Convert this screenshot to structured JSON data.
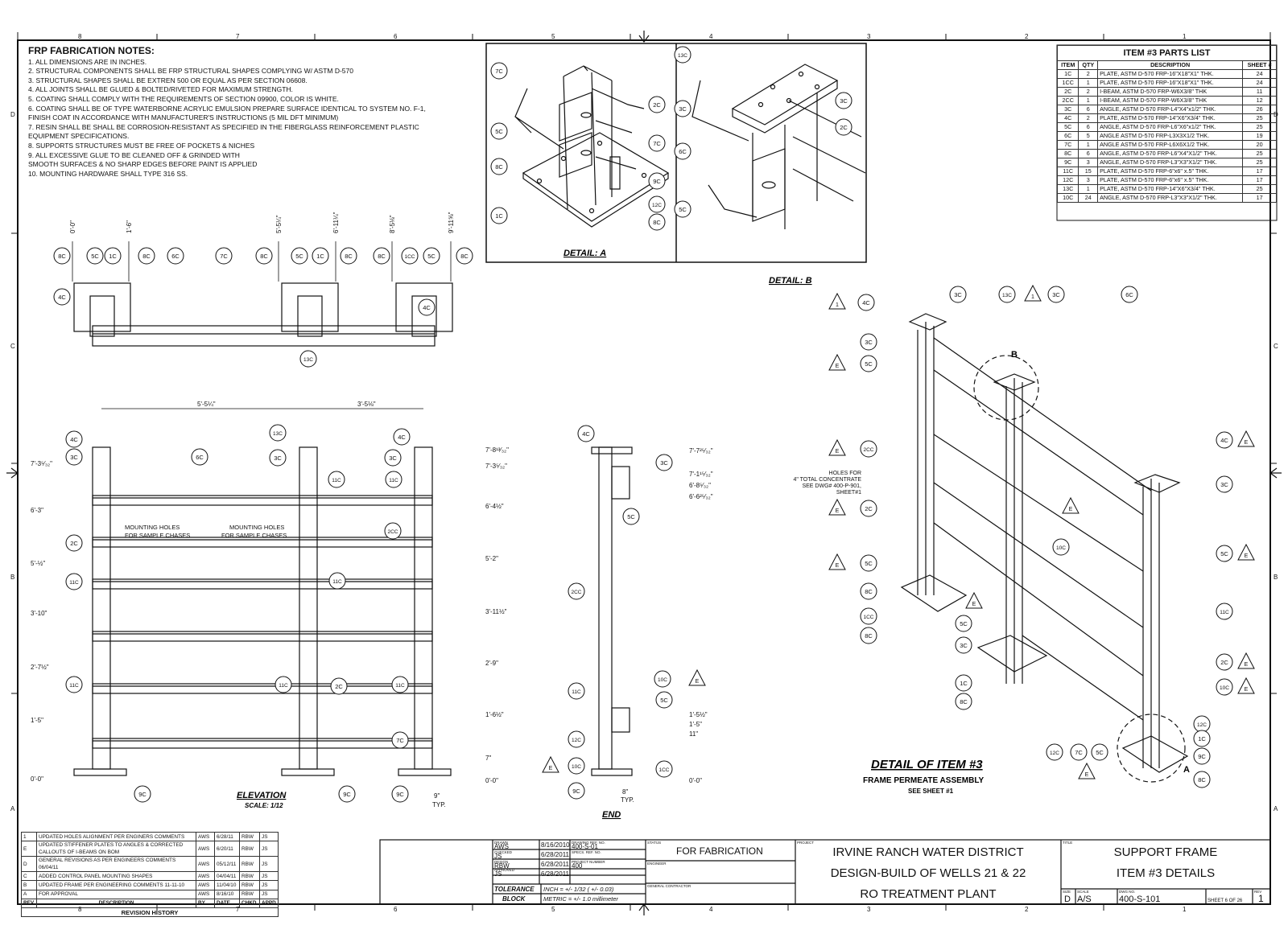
{
  "notes": {
    "title": "FRP FABRICATION NOTES:",
    "lines": [
      "1. ALL DIMENSIONS ARE IN INCHES.",
      "2. STRUCTURAL COMPONENTS SHALL BE FRP STRUCTURAL SHAPES COMPLYING W/ ASTM D-570",
      "3. STRUCTURAL SHAPES SHALL BE EXTREN 500 OR EQUAL AS PER SECTION 06608.",
      "4. ALL JOINTS SHALL BE GLUED & BOLTED/RIVETED FOR MAXIMUM STRENGTH.",
      "5. COATING SHALL COMPLY WITH THE REQUIREMENTS OF SECTION 09900, COLOR IS WHITE.",
      "6. COATING SHALL BE OF TYPE WATERBORNE ACRYLIC EMULSION PREPARE SURFACE IDENTICAL TO SYSTEM NO. F-1,",
      "FINISH COAT IN ACCORDANCE WITH MANUFACTURER'S INSTRUCTIONS (5 MIL DFT MINIMUM)",
      "7. RESIN SHALL BE SHALL BE CORROSION-RESISTANT AS SPECIFIED IN THE FIBERGLASS REINFORCEMENT PLASTIC",
      "EQUIPMENT SPECIFICATIONS.",
      "8. SUPPORTS STRUCTURES MUST BE FREE OF POCKETS & NICHES",
      "9. ALL EXCESSIVE GLUE TO BE CLEANED OFF & GRINDED WITH",
      "SMOOTH SURFACES & NO SHARP EDGES BEFORE PAINT IS APPLIED",
      "10. MOUNTING HARDWARE SHALL TYPE 316 SS."
    ]
  },
  "parts": {
    "title": "ITEM #3 PARTS LIST",
    "headers": [
      "ITEM",
      "QTY",
      "DESCRIPTION",
      "SHEET #"
    ],
    "rows": [
      [
        "1C",
        "2",
        "PLATE, ASTM D-570 FRP-16\"X18\"X1\" THK.",
        "24"
      ],
      [
        "1CC",
        "1",
        "PLATE, ASTM D-570 FRP-16\"X18\"X1\" THK.",
        "24"
      ],
      [
        "2C",
        "2",
        "I-BEAM, ASTM D-570 FRP-W6X3/8\" THK",
        "11"
      ],
      [
        "2CC",
        "1",
        "I-BEAM, ASTM D-570 FRP-W6X3/8\" THK",
        "12"
      ],
      [
        "3C",
        "6",
        "ANGLE, ASTM D-570 FRP-L4\"X4\"x1/2\" THK.",
        "26"
      ],
      [
        "4C",
        "2",
        "PLATE, ASTM D-570 FRP-14\"X6\"X3/4\" THK.",
        "25"
      ],
      [
        "5C",
        "6",
        "ANGLE, ASTM D-570 FRP-L6\"X6\"x1/2\" THK.",
        "25"
      ],
      [
        "6C",
        "5",
        "ANGLE ASTM D-570 FRP-L3X3X1/2 THK.",
        "19"
      ],
      [
        "7C",
        "1",
        "ANGLE ASTM D-570 FRP-L6X6X1/2 THK.",
        "20"
      ],
      [
        "8C",
        "6",
        "ANGLE, ASTM D-570 FRP-L6\"X4\"X1/2\" THK.",
        "25"
      ],
      [
        "9C",
        "3",
        "ANGLE, ASTM D-570 FRP-L3\"X3\"X1/2\" THK.",
        "25"
      ],
      [
        "11C",
        "15",
        "PLATE, ASTM D-570 FRP-6\"x6\" x.5\" THK.",
        "17"
      ],
      [
        "12C",
        "3",
        "PLATE, ASTM D-570 FRP-6\"x6\" x.5\" THK.",
        "17"
      ],
      [
        "13C",
        "1",
        "PLATE, ASTM D-570 FRP-14\"X6\"X3/4\" THK.",
        "25"
      ],
      [
        "10C",
        "24",
        "ANGLE, ASTM D-570 FRP-L3\"X3\"X1/2\" THK.",
        "17"
      ]
    ]
  },
  "revisions": {
    "rows": [
      [
        "1",
        "UPDATED HOLES ALIGNMENT PER ENGINERS COMMENTS",
        "AWS",
        "6/28/11",
        "RBW",
        "JS"
      ],
      [
        "E",
        "UPDATED STIFFENER PLATES TO ANGLES & CORRECTED CALLOUTS OF I-BEAMS ON BOM",
        "AWS",
        "6/20/11",
        "RBW",
        "JS"
      ],
      [
        "D",
        "GENERAL REVISIONS AS PER ENGINEERS COMMENTS 06/04/11",
        "AWS",
        "05/12/11",
        "RBW",
        "JS"
      ],
      [
        "C",
        "ADDED CONTROL PANEL MOUNTING SHAPES",
        "AWS",
        "04/04/11",
        "RBW",
        "JS"
      ],
      [
        "B",
        "UPDATED FRAME PER ENGINEERING COMMENTS 11-11-10",
        "AWS",
        "11/04/10",
        "RBW",
        "JS"
      ],
      [
        "A",
        "FOR APPROVAL",
        "AWS",
        "8/16/10",
        "RBW",
        "JS"
      ]
    ],
    "headers": [
      "REV",
      "DESCRIPTION",
      "BY",
      "DATE",
      "CHKD",
      "APPD"
    ],
    "caption": "REVISION HISTORY"
  },
  "title_block": {
    "drawn_name": "AWS",
    "drawn_date": "8/16/2010",
    "drawing_ref": "400-S-01",
    "checked_name": "JS",
    "checked_date": "6/28/2011",
    "design_name": "RBW",
    "design_date": "6/28/2011",
    "project_number": "400",
    "approved_name": "JS",
    "approved_date": "6/28/2011",
    "tolerance_label": "TOLERANCE",
    "block_label": "BLOCK",
    "tol_inch": "INCH = +/- 1/32 ( +/- 0.03)",
    "tol_metric": "METRIC = +/- 1.0 millimeter",
    "status": "FOR FABRICATION",
    "project_line1": "IRVINE RANCH WATER DISTRICT",
    "project_line2": "DESIGN-BUILD OF WELLS 21 & 22",
    "project_line3": "RO TREATMENT PLANT",
    "title_line1": "SUPPORT FRAME",
    "title_line2": "ITEM #3 DETAILS",
    "size": "D",
    "scale": "A/S",
    "dwg_no": "400-S-101",
    "sheet": "SHEET 6 OF 26",
    "rev": "1",
    "small_labels": [
      "DRAWN",
      "CHECKED",
      "DESIGN",
      "APPROVED",
      "DRAWING REF. NO.",
      "SPECS. REF. NO.",
      "PROJECT NUMBER",
      "STATUS",
      "ENGINEER",
      "GENERAL CONTRACTOR",
      "PROJECT",
      "TITLE",
      "SIZE",
      "SCALE",
      "DWG NO.",
      "REV"
    ]
  },
  "views": {
    "detail_a": "DETAIL: A",
    "detail_b": "DETAIL: B",
    "elevation": "ELEVATION",
    "elevation_scale": "SCALE: 1/12",
    "end": "END",
    "detail_item": "DETAIL OF ITEM #3",
    "detail_item_sub": "FRAME PERMEATE ASSEMBLY",
    "detail_item_sub2": "SEE SHEET #1",
    "holes_note": [
      "HOLES FOR",
      "4\" TOTAL CONCENTRATE",
      "SEE DWG# 400-P-901,",
      "SHEET#1"
    ],
    "mounting_note": [
      "MOUNTING HOLES",
      "FOR SAMPLE CHASES"
    ],
    "letter_a": "A",
    "letter_b": "B"
  },
  "grid": {
    "cols": [
      "8",
      "7",
      "6",
      "5",
      "4",
      "3",
      "2",
      "1"
    ],
    "rows": [
      "D",
      "C",
      "B",
      "A"
    ]
  },
  "plan_dims": [
    "0'-0\"",
    "1'-6\"",
    "5'-5¼\"",
    "6'-11¼\"",
    "8'-5⅛\"",
    "9'-11⅝\""
  ],
  "plan_tags": [
    "8C",
    "5C",
    "1C",
    "8C",
    "6C",
    "7C",
    "8C",
    "5C",
    "1C",
    "8C",
    "8C",
    "1CC",
    "5C",
    "8C",
    "4C",
    "4C",
    "13C"
  ],
  "elev_dims": {
    "top": [
      "5'-5¼\"",
      "3'-5⅛\""
    ],
    "left": [
      "7'-3⁵⁄₃₂\"",
      "6'-3\"",
      "5'-½\"",
      "3'-10\"",
      "2'-7½\"",
      "1'-5\"",
      "0'-0\""
    ],
    "right": [
      "7'-8¹³⁄₃₂\"",
      "7'-3⁵⁄₃₂\"",
      "6'-4½\"",
      "5'-2\"",
      "3'-11½\"",
      "2'-9\"",
      "1'-6½\"",
      "7\"",
      "0'-0\""
    ],
    "bottom": [
      "9\"",
      "TYP."
    ]
  },
  "end_dims": [
    "7'-7²⁵⁄₃₂\"",
    "7'-1¹⁵⁄₃₂\"",
    "6'-8⁵⁄₃₂\"",
    "6'-6²⁵⁄₃₂\"",
    "1'-5½\"",
    "1'-5\"",
    "11\"",
    "0'-0\"",
    "8\"",
    "TYP."
  ]
}
